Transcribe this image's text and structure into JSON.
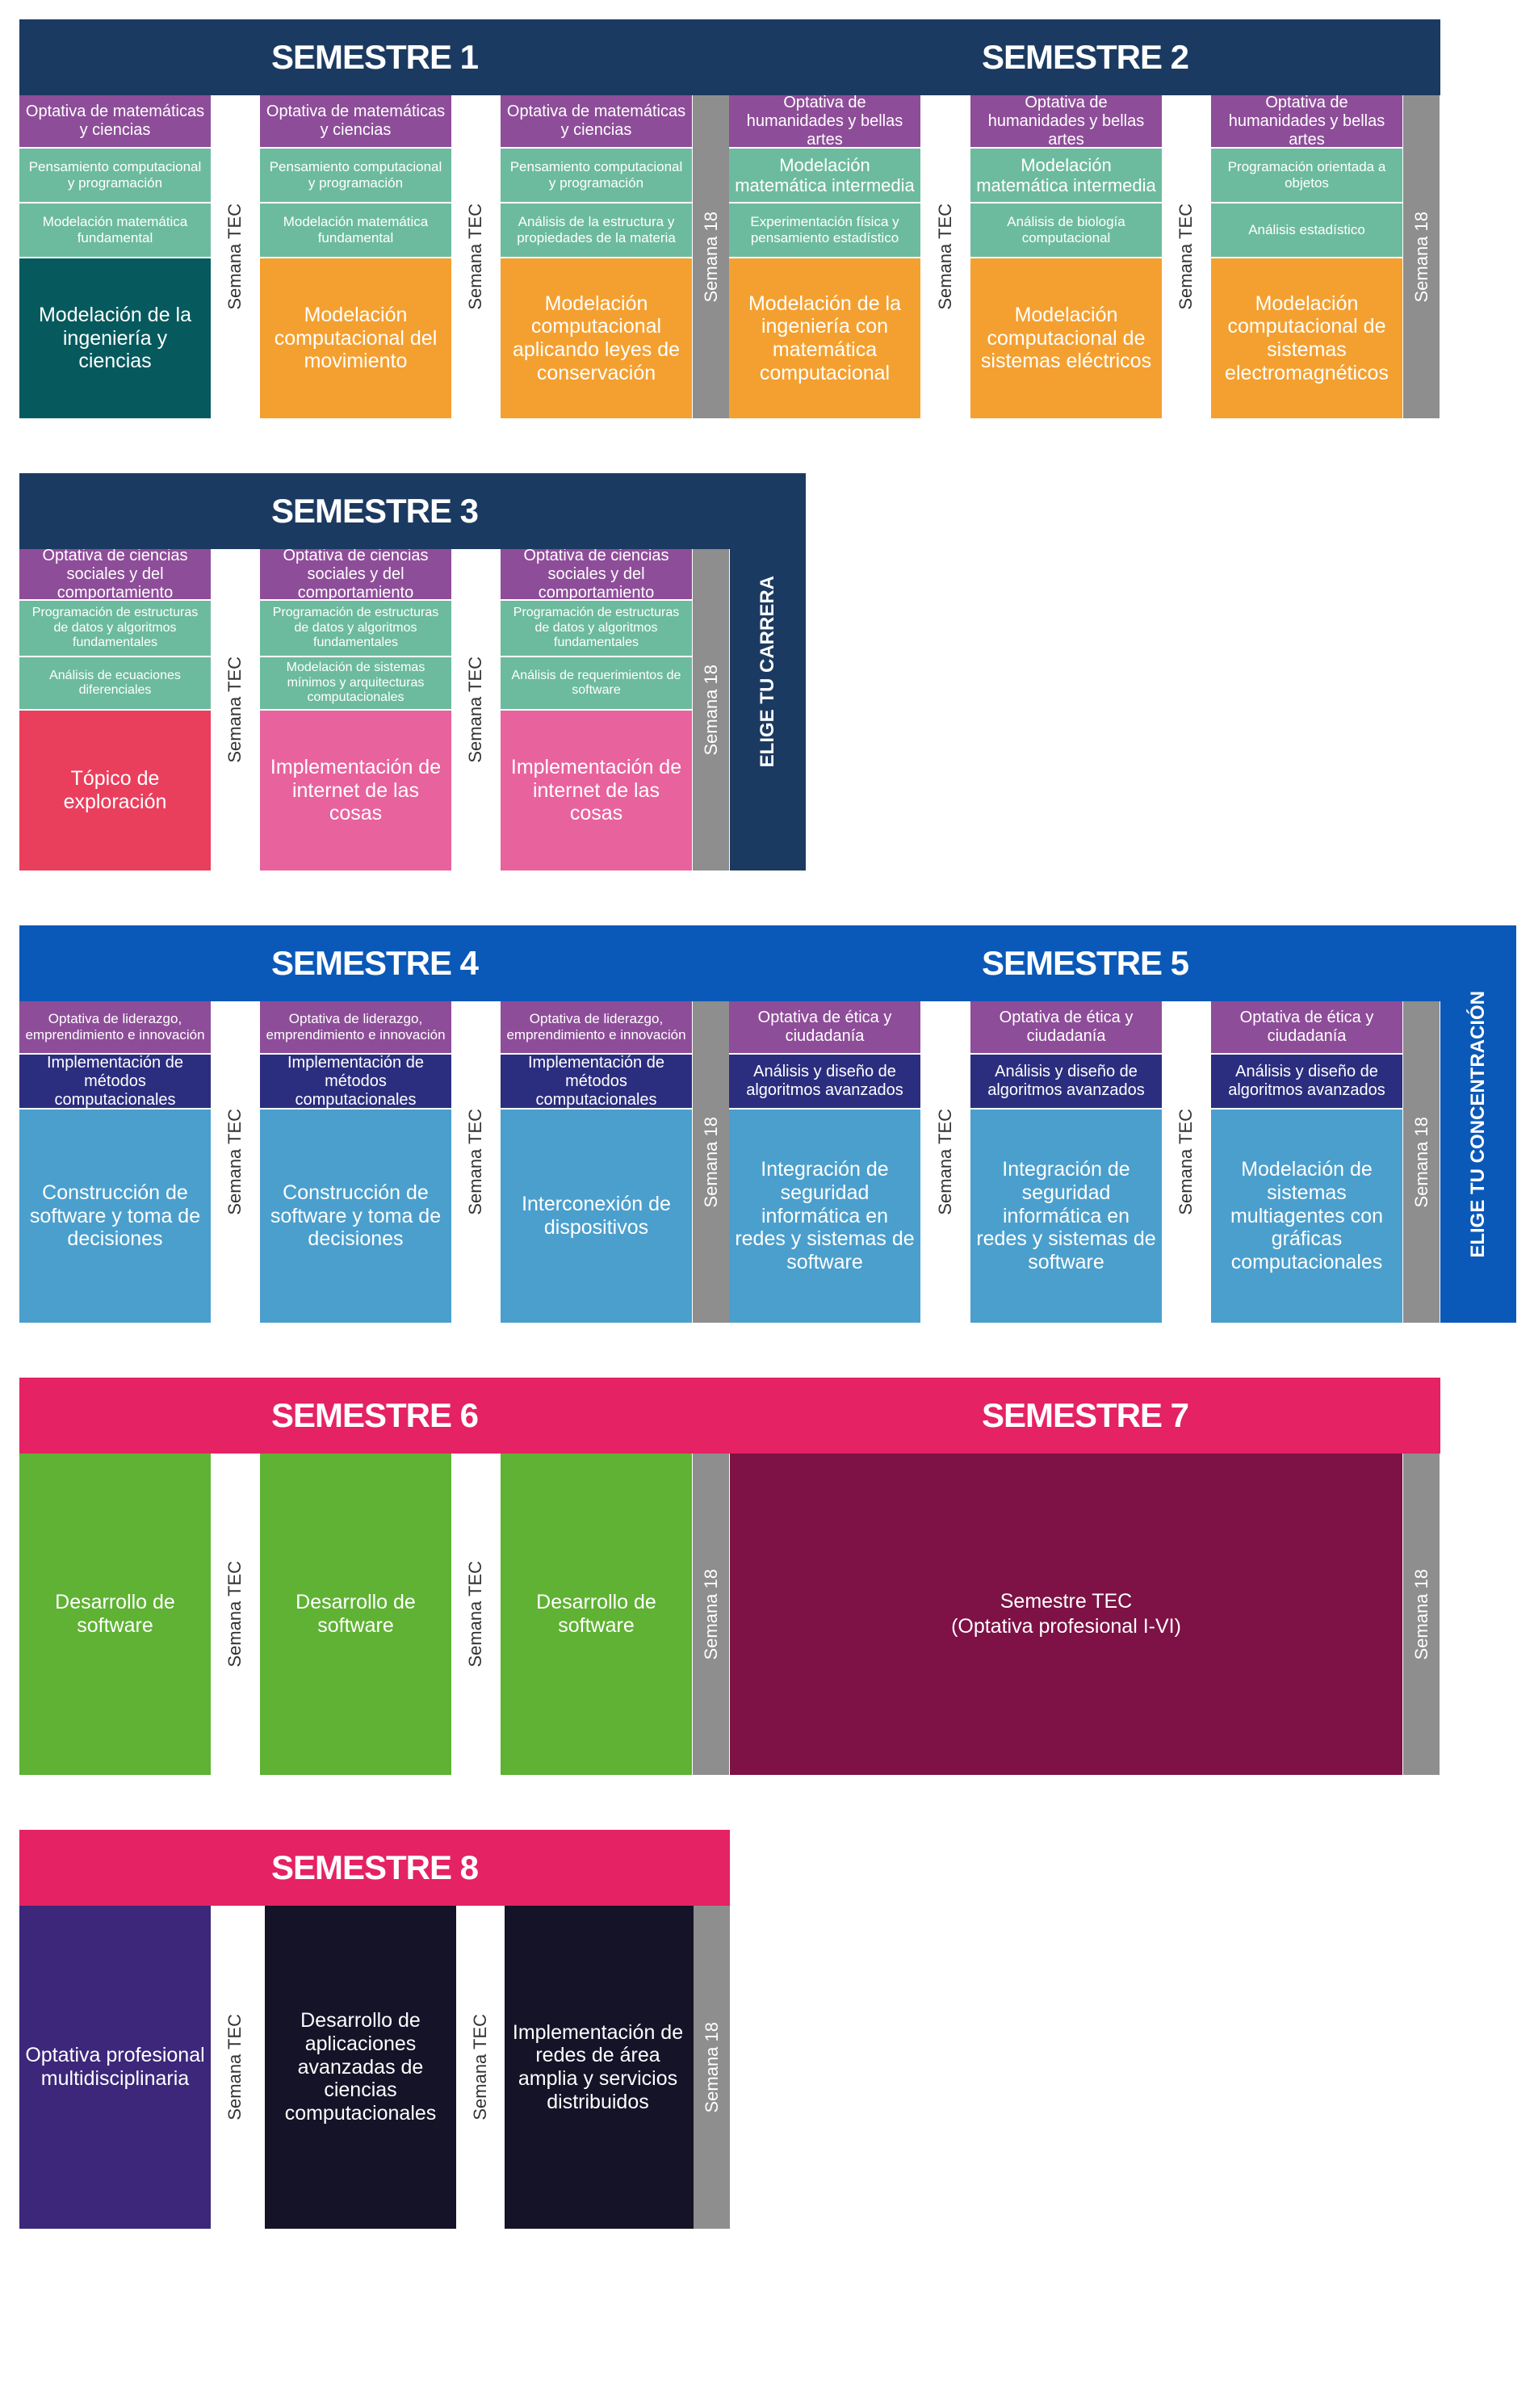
{
  "colors": {
    "navy": "#1b3a61",
    "blue": "#0a59b8",
    "pink_header": "#e52263",
    "purple_optativa": "#8e4d99",
    "teal_subject": "#6dbb9f",
    "dark_teal": "#065a5d",
    "orange": "#f4a030",
    "red": "#e93f5d",
    "pink_module": "#e8629d",
    "dark_indigo": "#2b2e7f",
    "light_blue": "#4b9fcd",
    "green": "#5fb233",
    "maroon": "#7e1145",
    "violet": "#3c277b",
    "midnight": "#141328",
    "gray": "#8d8e8d",
    "white": "#ffffff",
    "semana_tec_text": "#333333"
  },
  "labels": {
    "semana_tec": "Semana TEC",
    "semana_18": "Semana 18",
    "elige_carrera": "ELIGE TU CARRERA",
    "elige_concentracion": "ELIGE TU CONCENTRACIÓN"
  },
  "semesters": {
    "s1": {
      "title": "SEMESTRE 1",
      "blocks": [
        {
          "optativa": "Optativa de matemáticas y ciencias",
          "subjects": [
            "Pensamiento computacional y programación",
            "Modelación matemática fundamental"
          ],
          "module": "Modelación de la ingeniería y ciencias"
        },
        {
          "optativa": "Optativa de matemáticas y ciencias",
          "subjects": [
            "Pensamiento computacional y programación",
            "Modelación matemática fundamental"
          ],
          "module": "Modelación computacional del movimiento"
        },
        {
          "optativa": "Optativa de matemáticas y ciencias",
          "subjects": [
            "Pensamiento computacional y programación",
            "Análisis de la estructura y propiedades de la materia"
          ],
          "module": "Modelación computacional aplicando leyes de conservación"
        }
      ]
    },
    "s2": {
      "title": "SEMESTRE 2",
      "blocks": [
        {
          "optativa": "Optativa de humanidades y bellas artes",
          "subjects": [
            "Modelación matemática intermedia",
            "Experimentación física y pensamiento estadístico"
          ],
          "module": "Modelación de la ingeniería con matemática computacional"
        },
        {
          "optativa": "Optativa de humanidades y bellas artes",
          "subjects": [
            "Modelación matemática intermedia",
            "Análisis de biología computacional"
          ],
          "module": "Modelación computacional de sistemas eléctricos"
        },
        {
          "optativa": "Optativa de humanidades y bellas artes",
          "subjects": [
            "Programación orientada a objetos",
            "Análisis estadístico"
          ],
          "module": "Modelación computacional de sistemas electromagnéticos"
        }
      ]
    },
    "s3": {
      "title": "SEMESTRE 3",
      "blocks": [
        {
          "optativa": "Optativa de ciencias sociales y del comportamiento",
          "subjects": [
            "Programación de estructuras de datos y algoritmos fundamentales",
            "Análisis de ecuaciones diferenciales"
          ],
          "module": "Tópico de exploración"
        },
        {
          "optativa": "Optativa de ciencias sociales y del comportamiento",
          "subjects": [
            "Programación de estructuras de datos y algoritmos fundamentales",
            "Modelación de sistemas mínimos y arquitecturas computacionales"
          ],
          "module": "Implementación de internet de las cosas"
        },
        {
          "optativa": "Optativa de ciencias sociales y del comportamiento",
          "subjects": [
            "Programación de estructuras de datos y algoritmos fundamentales",
            "Análisis de requerimientos de software"
          ],
          "module": "Implementación de internet de las cosas"
        }
      ]
    },
    "s4": {
      "title": "SEMESTRE 4",
      "blocks": [
        {
          "optativa": "Optativa de liderazgo, emprendimiento e innovación",
          "subject": "Implementación de métodos computacionales",
          "module": "Construcción de software y toma de decisiones"
        },
        {
          "optativa": "Optativa de liderazgo, emprendimiento e innovación",
          "subject": "Implementación de métodos computacionales",
          "module": "Construcción de software y toma de decisiones"
        },
        {
          "optativa": "Optativa de liderazgo, emprendimiento e innovación",
          "subject": "Implementación de métodos computacionales",
          "module": "Interconexión de dispositivos"
        }
      ]
    },
    "s5": {
      "title": "SEMESTRE 5",
      "blocks": [
        {
          "optativa": "Optativa de ética y ciudadanía",
          "subject": "Análisis y diseño de algoritmos avanzados",
          "module": "Integración de seguridad informática en redes y sistemas de software"
        },
        {
          "optativa": "Optativa de ética y ciudadanía",
          "subject": "Análisis y diseño de algoritmos avanzados",
          "module": "Integración de seguridad informática en redes y sistemas de software"
        },
        {
          "optativa": "Optativa de ética y ciudadanía",
          "subject": "Análisis y diseño de algoritmos avanzados",
          "module": "Modelación de sistemas multiagentes con gráficas computacionales"
        }
      ]
    },
    "s6": {
      "title": "SEMESTRE 6",
      "blocks": [
        {
          "module": "Desarrollo de software"
        },
        {
          "module": "Desarrollo de software"
        },
        {
          "module": "Desarrollo de software"
        }
      ]
    },
    "s7": {
      "title": "SEMESTRE 7",
      "module_line1": "Semestre TEC",
      "module_line2": "(Optativa profesional I-VI)"
    },
    "s8": {
      "title": "SEMESTRE 8",
      "blocks": [
        {
          "module": "Optativa profesional multidisciplinaria"
        },
        {
          "module": "Desarrollo de aplicaciones avanzadas de ciencias computacionales"
        },
        {
          "module": "Implementación de redes de área amplia y servicios distribuidos"
        }
      ]
    }
  }
}
